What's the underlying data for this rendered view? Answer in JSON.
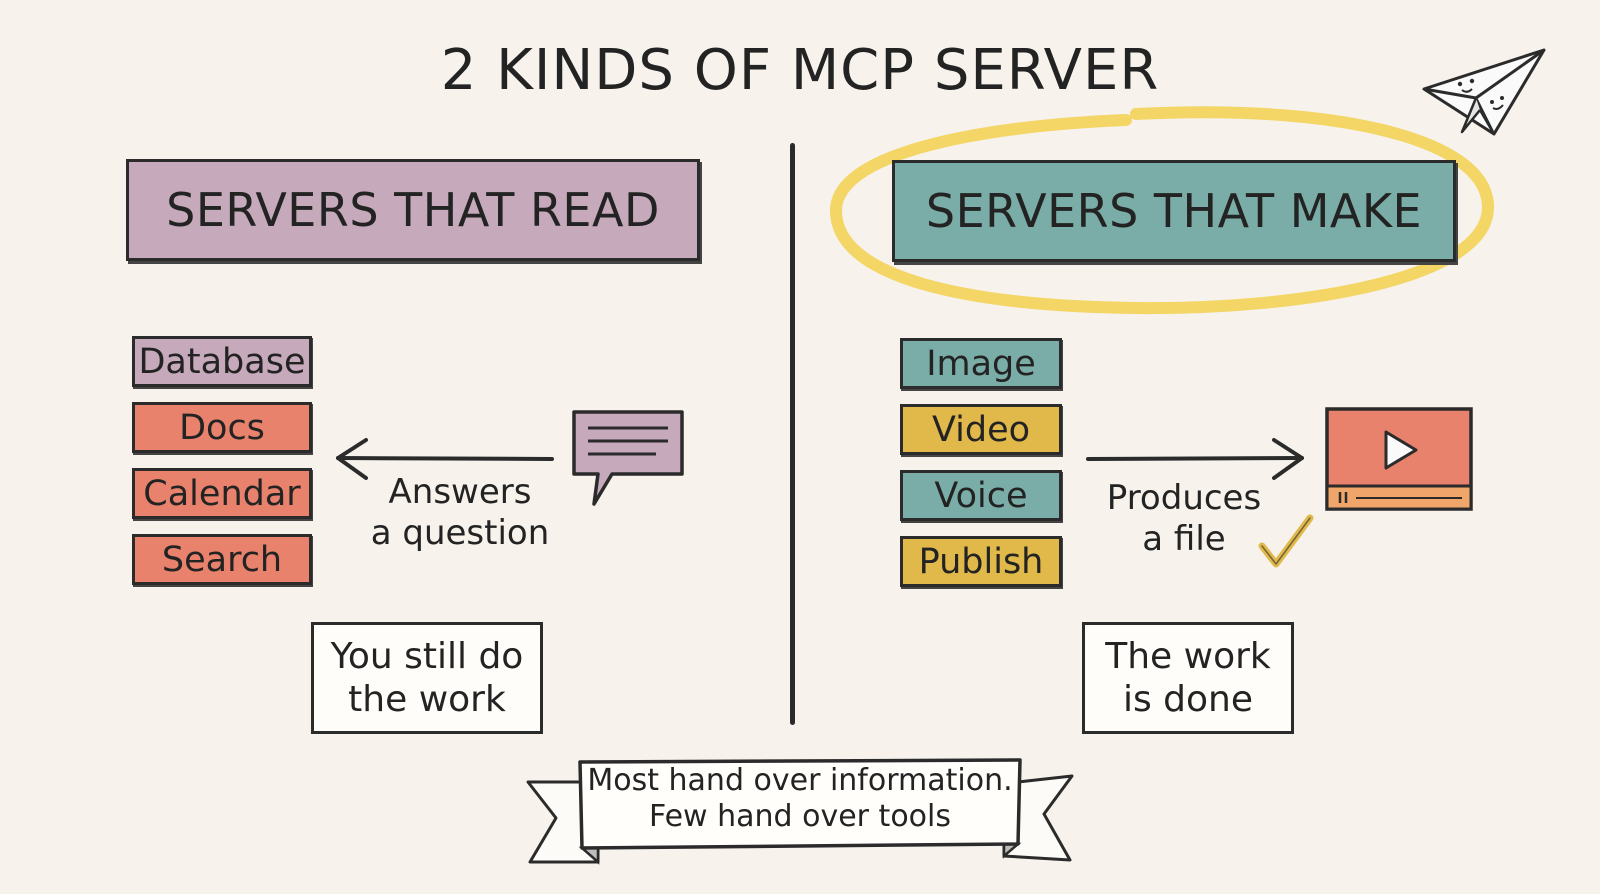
{
  "title": "2 KINDS OF MCP SERVER",
  "colors": {
    "purple": "#c6a9ba",
    "teal": "#7aada7",
    "coral": "#e8826c",
    "mustard": "#e1b94a",
    "highlight": "#f2d04f",
    "ink": "#2b2b2b"
  },
  "left": {
    "header": "SERVERS THAT READ",
    "items": [
      {
        "label": "Database",
        "color": "#c6a9ba"
      },
      {
        "label": "Docs",
        "color": "#e8826c"
      },
      {
        "label": "Calendar",
        "color": "#e8826c"
      },
      {
        "label": "Search",
        "color": "#e8826c"
      }
    ],
    "arrow_caption": [
      "Answers",
      "a question"
    ],
    "icon": "speech-bubble-icon",
    "note": [
      "You still do",
      "the work"
    ]
  },
  "right": {
    "header": "SERVERS THAT MAKE",
    "items": [
      {
        "label": "Image",
        "color": "#7aada7"
      },
      {
        "label": "Video",
        "color": "#e1b94a"
      },
      {
        "label": "Voice",
        "color": "#7aada7"
      },
      {
        "label": "Publish",
        "color": "#e1b94a"
      }
    ],
    "arrow_caption": [
      "Produces",
      "a file"
    ],
    "icon": "video-player-icon",
    "check_icon": "checkmark-icon",
    "note": [
      "The work",
      "is done"
    ]
  },
  "banner": [
    "Most hand over information.",
    "Few hand over tools"
  ],
  "decor_icon": "paper-plane-icon"
}
